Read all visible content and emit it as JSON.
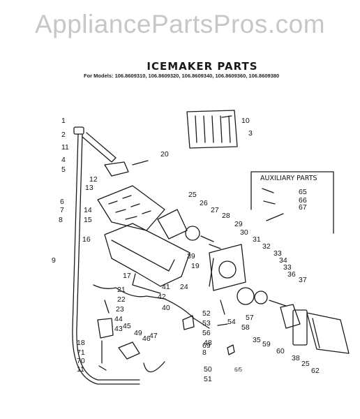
{
  "watermark": "AppliancePartsPros.com",
  "title": "ICEMAKER PARTS",
  "models_line": "For Models: 106.8609310, 106.8609320, 106.8609340, 106.8609360, 106.8609380",
  "auxiliary_title": "AUXILIARY PARTS",
  "page_code": "6/5",
  "callouts": [
    "1",
    "2",
    "11",
    "3",
    "10",
    "4",
    "5",
    "12",
    "20",
    "6",
    "7",
    "13",
    "8",
    "14",
    "15",
    "16",
    "9",
    "17",
    "21",
    "22",
    "23",
    "44",
    "43",
    "45",
    "18",
    "71",
    "70",
    "11",
    "25",
    "26",
    "27",
    "28",
    "29",
    "30",
    "31",
    "32",
    "33",
    "34",
    "33",
    "36",
    "37",
    "19",
    "39",
    "24",
    "41",
    "42",
    "40",
    "52",
    "53",
    "56",
    "48",
    "49",
    "46",
    "47",
    "8",
    "69",
    "50",
    "51",
    "54",
    "58",
    "57",
    "35",
    "59",
    "60",
    "38",
    "25",
    "62",
    "65",
    "66",
    "67"
  ],
  "colors": {
    "line": "#1a1a1a",
    "watermark": "#c7c7c7",
    "background": "#ffffff"
  }
}
